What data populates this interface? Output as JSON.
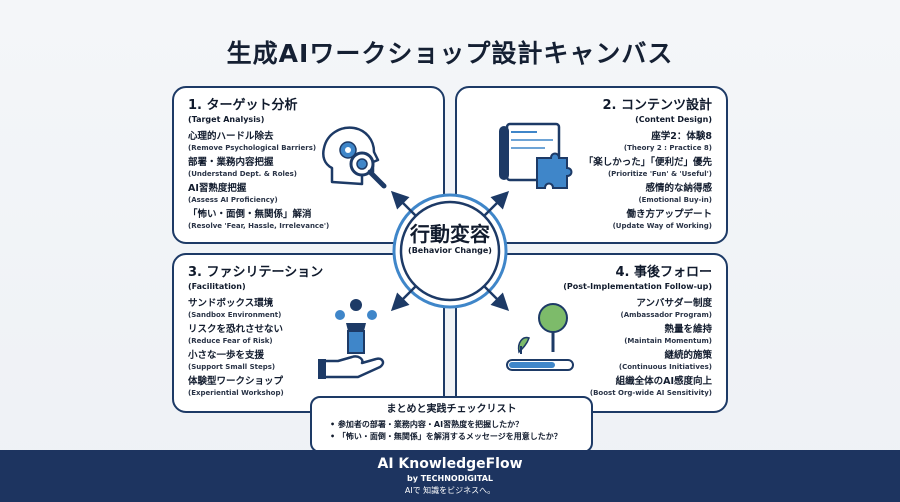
{
  "title": "生成AIワークショップ設計キャンバス",
  "center": {
    "main": "行動変容",
    "sub": "(Behavior Change)"
  },
  "quadrants": {
    "q1": {
      "title": "1. ターゲット分析",
      "subtitle": "(Target Analysis)",
      "items": [
        {
          "main": "心理的ハードル除去",
          "sub": "(Remove Psychological Barriers)"
        },
        {
          "main": "部署・業務内容把握",
          "sub": "(Understand Dept. & Roles)"
        },
        {
          "main": "AI習熟度把握",
          "sub": "(Assess AI Proficiency)"
        },
        {
          "main": "「怖い・面倒・無関係」解消",
          "sub": "(Resolve 'Fear, Hassle, Irrelevance')"
        }
      ],
      "icon": "head-gears-magnifier-icon"
    },
    "q2": {
      "title": "2. コンテンツ設計",
      "subtitle": "(Content Design)",
      "items": [
        {
          "main": "座学2：体験8",
          "sub": "(Theory 2 : Practice 8)"
        },
        {
          "main": "「楽しかった」「便利だ」優先",
          "sub": "(Prioritize 'Fun' & 'Useful')"
        },
        {
          "main": "感情的な納得感",
          "sub": "(Emotional Buy-in)"
        },
        {
          "main": "働き方アップデート",
          "sub": "(Update Way of Working)"
        }
      ],
      "icon": "blueprint-puzzle-icon"
    },
    "q3": {
      "title": "3. ファシリテーション",
      "subtitle": "(Facilitation)",
      "items": [
        {
          "main": "サンドボックス環境",
          "sub": "(Sandbox Environment)"
        },
        {
          "main": "リスクを恐れさせない",
          "sub": "(Reduce Fear of Risk)"
        },
        {
          "main": "小さな一歩を支援",
          "sub": "(Support Small Steps)"
        },
        {
          "main": "体験型ワークショップ",
          "sub": "(Experiential Workshop)"
        }
      ],
      "icon": "podium-hand-icon"
    },
    "q4": {
      "title": "4. 事後フォロー",
      "subtitle": "(Post-Implementation Follow-up)",
      "items": [
        {
          "main": "アンバサダー制度",
          "sub": "(Ambassador Program)"
        },
        {
          "main": "熱量を維持",
          "sub": "(Maintain Momentum)"
        },
        {
          "main": "継続的施策",
          "sub": "(Continuous Initiatives)"
        },
        {
          "main": "組織全体のAI感度向上",
          "sub": "(Boost Org-wide AI Sensitivity)"
        }
      ],
      "icon": "growing-tree-progress-icon"
    }
  },
  "checklist": {
    "title": "まとめと実践チェックリスト",
    "items": [
      "参加者の部署・業務内容・AI習熟度を把握したか？",
      "「怖い・面倒・無関係」を解消するメッセージを用意したか？"
    ]
  },
  "footer": {
    "brand": "AI KnowledgeFlow",
    "by": "by TECHNODIGITAL",
    "tagline": "AIで 知識をビジネスへ。"
  },
  "colors": {
    "navy": "#1d3a66",
    "footer": "#1d3460",
    "accent_blue": "#3f86c9",
    "leaf_green": "#7dbb6a"
  }
}
